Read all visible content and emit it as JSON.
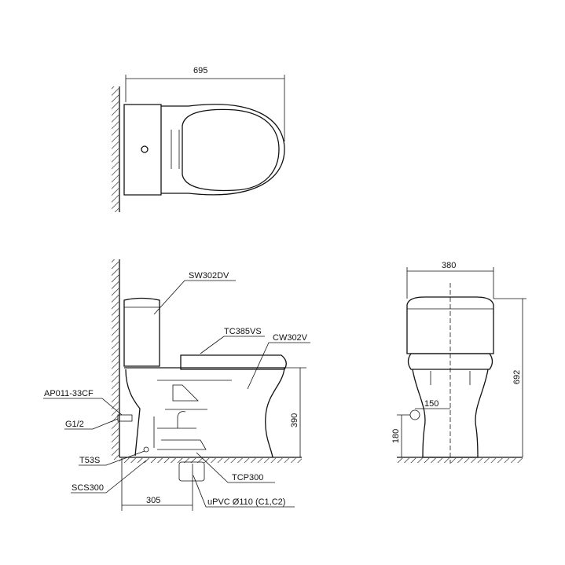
{
  "top_view": {
    "width_dim": "695"
  },
  "side_view": {
    "labels": {
      "tank": "SW302DV",
      "seat": "TC385VS",
      "bowl": "CW302V",
      "valve": "AP011-33CF",
      "inlet": "G1/2",
      "hose": "T53S",
      "screw": "SCS300",
      "flange": "TCP300",
      "pipe": "uPVC Ø110 (C1,C2)"
    },
    "height_dim": "390",
    "rough_in_dim": "305"
  },
  "front_view": {
    "width_dim": "380",
    "height_dim": "692",
    "inlet_offset_dim": "150",
    "inlet_height_dim": "180"
  }
}
